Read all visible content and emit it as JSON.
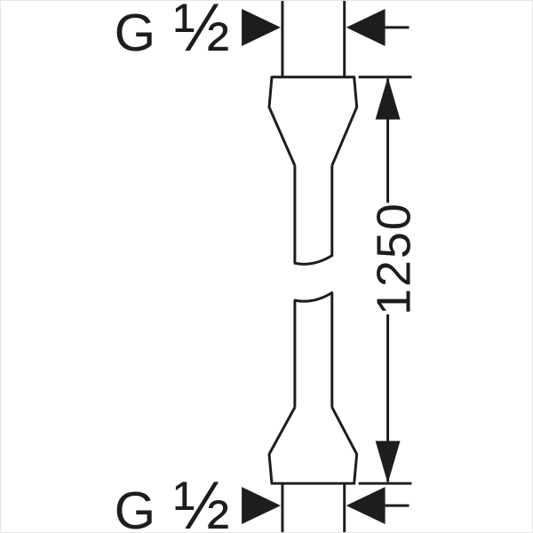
{
  "diagram": {
    "top_label": {
      "letter": "G",
      "fraction": "½"
    },
    "bottom_label": {
      "letter": "G",
      "fraction": "½"
    },
    "length_dimension": "1250"
  },
  "colors": {
    "ink": "#1d1d1b",
    "background": "#ffffff"
  }
}
